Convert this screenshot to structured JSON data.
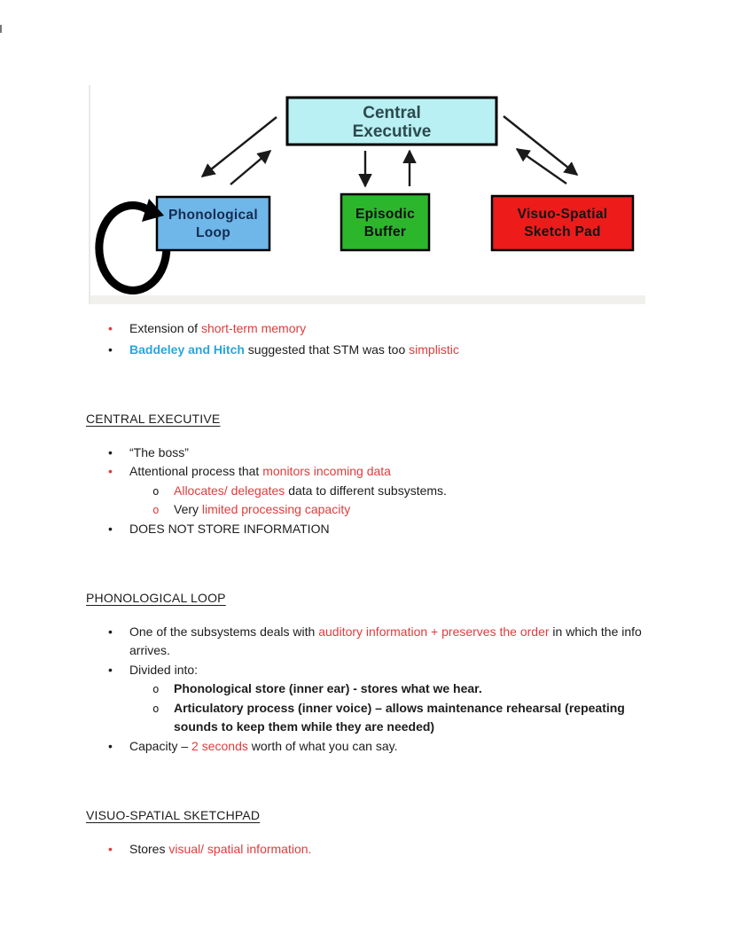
{
  "colors": {
    "black": "#1c1c1c",
    "red": "#de3d3d",
    "blue": "#2aa5dc"
  },
  "diagram": {
    "boxes": {
      "central_executive": {
        "line1": "Central",
        "line2": "Executive",
        "fill": "#b9f0f3",
        "text_color": "#2c4a4e"
      },
      "phonological_loop": {
        "line1": "Phonological",
        "line2": "Loop",
        "fill": "#6fb6e9",
        "text_color": "#142c50"
      },
      "episodic_buffer": {
        "line1": "Episodic",
        "line2": "Buffer",
        "fill": "#2cb62c",
        "text_color": "#101010"
      },
      "visuo_spatial_sketch_pad": {
        "line1": "Visuo-Spatial",
        "line2": "Sketch Pad",
        "fill": "#ee1b1b",
        "text_color": "#141414"
      }
    }
  },
  "notes": {
    "sections": [
      {
        "heading": "",
        "bullets": [
          {
            "level": 1,
            "marker": "•",
            "marker_color": "red",
            "segments": [
              {
                "text": "Extension of ",
                "color": "black"
              },
              {
                "text": "short-term memory",
                "color": "red"
              }
            ]
          },
          {
            "level": 1,
            "marker": "•",
            "marker_color": "black",
            "segments": [
              {
                "text": "Baddeley and Hitch",
                "color": "blue",
                "bold": true
              },
              {
                "text": " suggested that STM was too ",
                "color": "black"
              },
              {
                "text": "simplistic",
                "color": "red"
              }
            ]
          }
        ]
      },
      {
        "heading": "CENTRAL EXECUTIVE",
        "bullets": [
          {
            "level": 1,
            "marker": "•",
            "marker_color": "black",
            "segments": [
              {
                "text": "“The boss”",
                "color": "black"
              }
            ]
          },
          {
            "level": 1,
            "marker": "•",
            "marker_color": "red",
            "segments": [
              {
                "text": "Attentional process that ",
                "color": "black"
              },
              {
                "text": "monitors incoming data",
                "color": "red"
              }
            ]
          },
          {
            "level": 2,
            "marker": "o",
            "marker_color": "black",
            "segments": [
              {
                "text": "Allocates/ delegates",
                "color": "red"
              },
              {
                "text": " data to different subsystems.",
                "color": "black"
              }
            ]
          },
          {
            "level": 2,
            "marker": "o",
            "marker_color": "red",
            "segments": [
              {
                "text": "Very ",
                "color": "black"
              },
              {
                "text": "limited processing capacity",
                "color": "red"
              }
            ]
          },
          {
            "level": 1,
            "marker": "•",
            "marker_color": "black",
            "segments": [
              {
                "text": "DOES NOT STORE INFORMATION",
                "color": "black"
              }
            ]
          }
        ]
      },
      {
        "heading": "PHONOLOGICAL LOOP",
        "bullets": [
          {
            "level": 1,
            "marker": "•",
            "marker_color": "black",
            "segments": [
              {
                "text": "One of the subsystems deals with ",
                "color": "black"
              },
              {
                "text": "auditory information + preserves the order",
                "color": "red"
              },
              {
                "text": " in which the info arrives.",
                "color": "black"
              }
            ]
          },
          {
            "level": 1,
            "marker": "•",
            "marker_color": "black",
            "segments": [
              {
                "text": "Divided into:",
                "color": "black"
              }
            ]
          },
          {
            "level": 2,
            "marker": "o",
            "marker_color": "black",
            "segments": [
              {
                "text": "Phonological store (inner ear) - stores what we hear.",
                "color": "black",
                "bold": true
              }
            ]
          },
          {
            "level": 2,
            "marker": "o",
            "marker_color": "black",
            "segments": [
              {
                "text": "Articulatory process (inner voice) – allows maintenance rehearsal (repeating sounds to keep them while they are needed)",
                "color": "black",
                "bold": true
              }
            ]
          },
          {
            "level": 1,
            "marker": "•",
            "marker_color": "black",
            "segments": [
              {
                "text": "Capacity – ",
                "color": "black"
              },
              {
                "text": "2 seconds",
                "color": "red"
              },
              {
                "text": " worth of what you can say.",
                "color": "black"
              }
            ]
          }
        ]
      },
      {
        "heading": "VISUO-SPATIAL SKETCHPAD",
        "bullets": [
          {
            "level": 1,
            "marker": "•",
            "marker_color": "red",
            "segments": [
              {
                "text": "Stores ",
                "color": "black"
              },
              {
                "text": "visual/ spatial information.",
                "color": "red"
              }
            ]
          }
        ]
      }
    ]
  }
}
